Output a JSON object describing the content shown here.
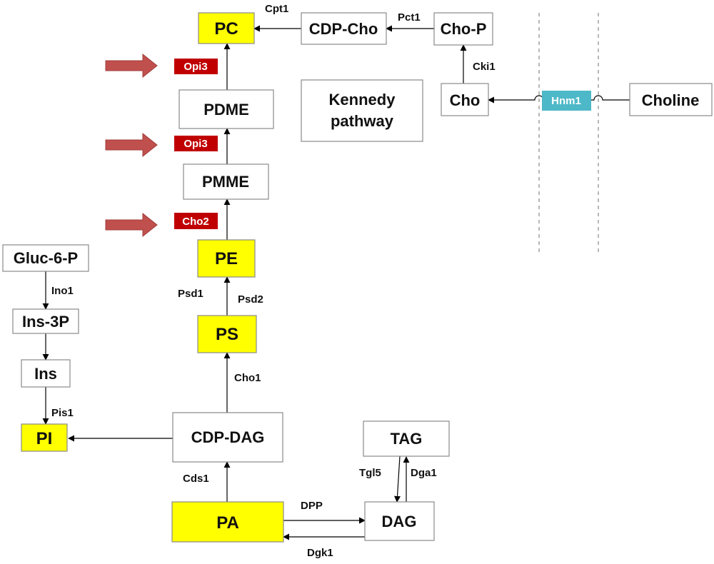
{
  "colors": {
    "highlight": "#ffff00",
    "plain": "#ffffff",
    "enzyme_red": "#c00000",
    "enzyme_teal": "#4db8c8",
    "arrow_fill": "#c0504d",
    "arrow_edge": "#a03c3a"
  },
  "nodes": {
    "pc": "PC",
    "cdp_cho": "CDP-Cho",
    "cho_p": "Cho-P",
    "cho": "Cho",
    "choline": "Choline",
    "kennedy_line1": "Kennedy",
    "kennedy_line2": "pathway",
    "pdme": "PDME",
    "pmme": "PMME",
    "pe": "PE",
    "ps": "PS",
    "gluc6p": "Gluc-6-P",
    "ins3p": "Ins-3P",
    "ins": "Ins",
    "pi": "PI",
    "cdp_dag": "CDP-DAG",
    "tag": "TAG",
    "pa": "PA",
    "dag": "DAG"
  },
  "enzymes": {
    "cpt1": "Cpt1",
    "pct1": "Pct1",
    "cki1": "Cki1",
    "hnm1": "Hnm1",
    "opi3_top": "Opi3",
    "opi3_mid": "Opi3",
    "cho2": "Cho2",
    "psd1": "Psd1",
    "psd2": "Psd2",
    "cho1": "Cho1",
    "ino1": "Ino1",
    "pis1": "Pis1",
    "cds1": "Cds1",
    "tgl5": "Tgl5",
    "dga1": "Dga1",
    "dpp": "DPP",
    "dgk1": "Dgk1"
  }
}
